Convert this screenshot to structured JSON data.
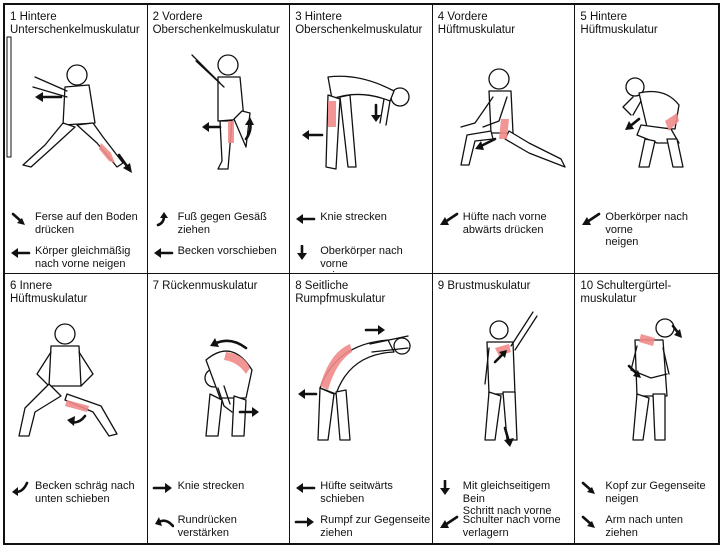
{
  "colors": {
    "muscle": "#f08a8a",
    "line": "#111111"
  },
  "panels": [
    {
      "title": "1 Hintere\nUnterschenkelmuskulatur",
      "instructions": [
        {
          "icon": "arrow-down-right-icon",
          "text": "Ferse auf den Boden\ndrücken"
        },
        {
          "icon": "arrow-left-icon",
          "text": "Körper gleichmäßig\nnach vorne neigen"
        }
      ]
    },
    {
      "title": "2 Vordere\nOberschenkelmuskulatur",
      "instructions": [
        {
          "icon": "arrow-curved-up-icon",
          "text": "Fuß gegen Gesäß\nziehen"
        },
        {
          "icon": "arrow-left-icon",
          "text": "Becken vorschieben"
        }
      ]
    },
    {
      "title": "3 Hintere\nOberschenkelmuskulatur",
      "instructions": [
        {
          "icon": "arrow-left-icon",
          "text": "Knie strecken"
        },
        {
          "icon": "arrow-down-icon",
          "text": "Oberkörper nach vorne\nneigen"
        }
      ]
    },
    {
      "title": "4 Vordere\nHüftmuskulatur",
      "instructions": [
        {
          "icon": "arrow-down-left-icon",
          "text": "Hüfte nach vorne\nabwärts drücken"
        }
      ]
    },
    {
      "title": "5 Hintere\nHüftmuskulatur",
      "instructions": [
        {
          "icon": "arrow-down-left-icon",
          "text": "Oberkörper nach vorne\nneigen"
        }
      ]
    },
    {
      "title": "6 Innere\nHüftmuskulatur",
      "instructions": [
        {
          "icon": "arrow-curved-down-left-icon",
          "text": "Becken schräg nach\nunten schieben"
        }
      ]
    },
    {
      "title": "7 Rückenmuskulatur",
      "instructions": [
        {
          "icon": "arrow-right-icon",
          "text": "Knie strecken"
        },
        {
          "icon": "arrow-curved-left-icon",
          "text": "Rundrücken\nverstärken"
        }
      ]
    },
    {
      "title": "8 Seitliche\nRumpfmuskulatur",
      "instructions": [
        {
          "icon": "arrow-left-icon",
          "text": "Hüfte seitwärts schieben"
        },
        {
          "icon": "arrow-right-icon",
          "text": "Rumpf zur Gegenseite\nziehen"
        }
      ]
    },
    {
      "title": "9 Brustmuskulatur",
      "instructions": [
        {
          "icon": "arrow-down-icon",
          "text": "Mit gleichseitigem Bein\nSchritt nach vorne"
        },
        {
          "icon": "arrow-down-left-icon",
          "text": "Schulter nach vorne\nverlagern"
        }
      ]
    },
    {
      "title": "10 Schultergürtel-\nmuskulatur",
      "instructions": [
        {
          "icon": "arrow-down-right-icon",
          "text": "Kopf zur Gegenseite\nneigen"
        },
        {
          "icon": "arrow-down-right-icon",
          "text": "Arm nach unten ziehen"
        }
      ]
    }
  ]
}
